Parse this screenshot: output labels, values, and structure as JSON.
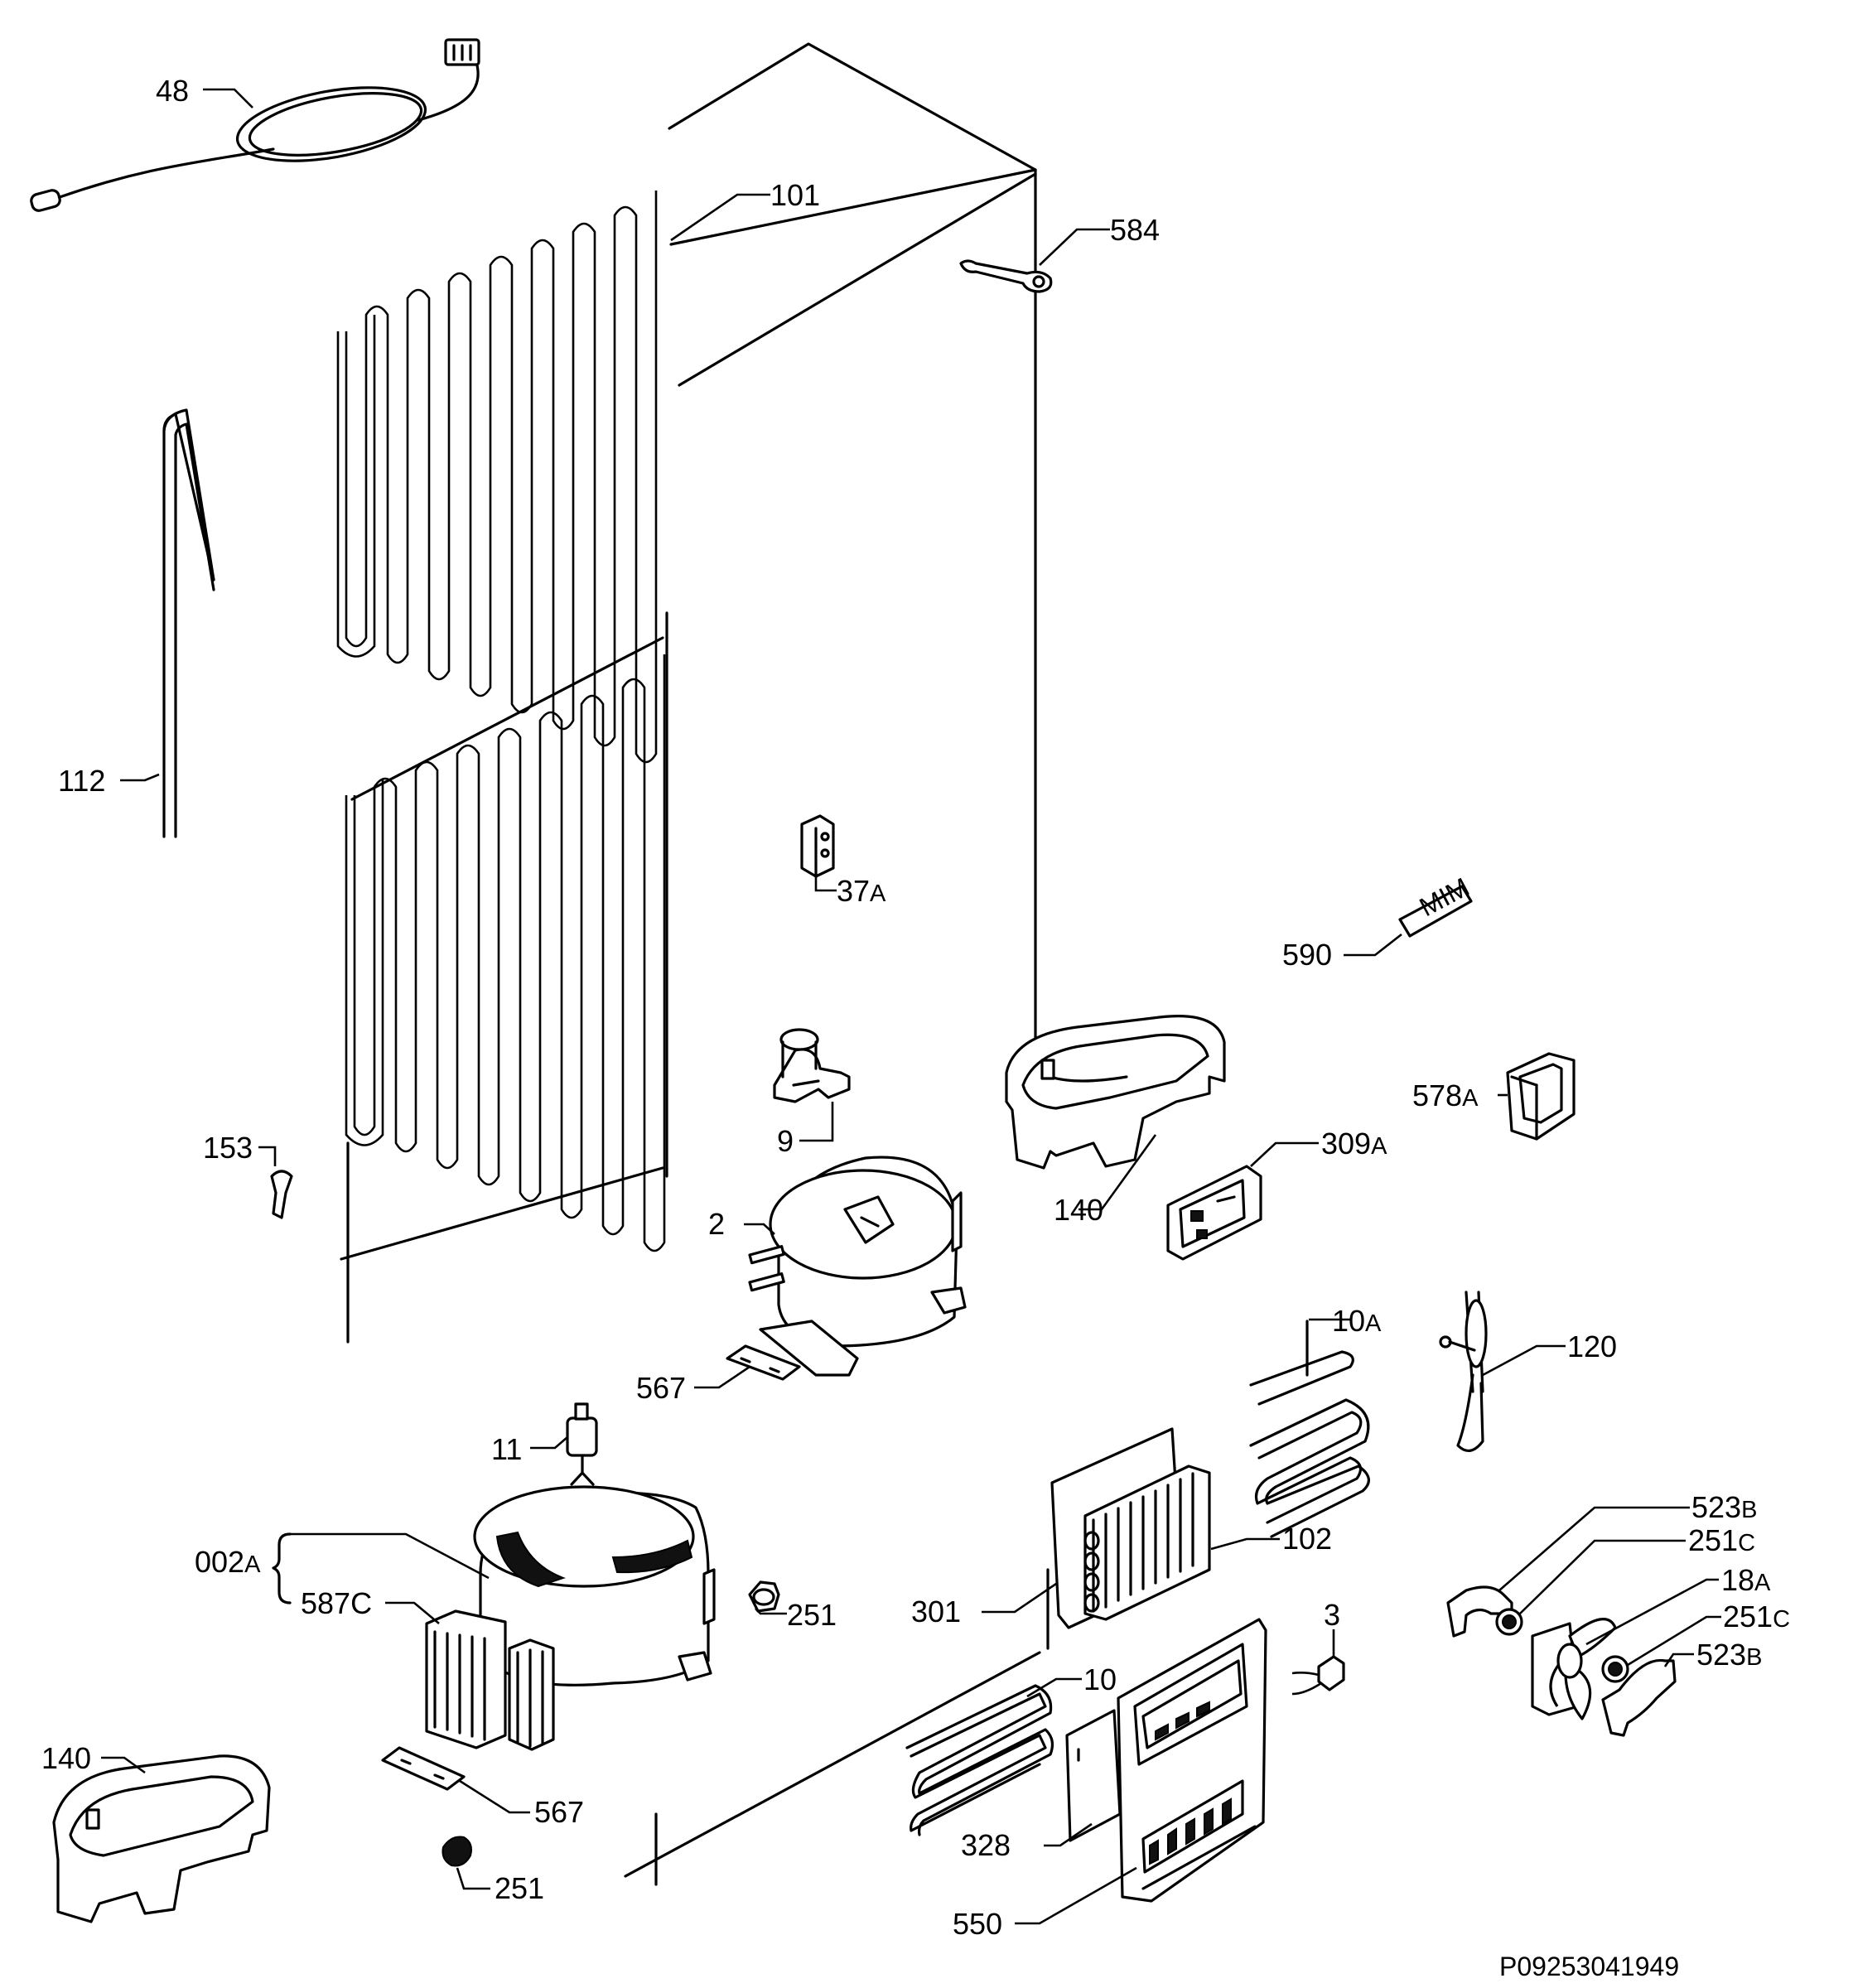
{
  "diagram": {
    "reference_code": "P09253041949",
    "labels": {
      "p48": "48",
      "p101": "101",
      "p584": "584",
      "p112": "112",
      "p37a": "37",
      "p37a_sfx": "A",
      "p590": "590",
      "p578a": "578",
      "p578a_sfx": "A",
      "p9": "9",
      "p140_top": "140",
      "p309a": "309",
      "p309a_sfx": "A",
      "p153": "153",
      "p2": "2",
      "p10a": "10",
      "p10a_sfx": "A",
      "p120": "120",
      "p567_top": "567",
      "p11": "11",
      "p523b_1": "523",
      "p523b_1_sfx": "B",
      "p251c_1": "251",
      "p251c_1_sfx": "C",
      "p102": "102",
      "p18a": "18",
      "p18a_sfx": "A",
      "p002a": "002",
      "p002a_sfx": "A",
      "p251c_2": "251",
      "p251c_2_sfx": "C",
      "p587c": "587C",
      "p251_mid": "251",
      "p301": "301",
      "p3": "3",
      "p523b_2": "523",
      "p523b_2_sfx": "B",
      "p10": "10",
      "p140_bottom": "140",
      "p567_bottom": "567",
      "p328": "328",
      "p251_bottom": "251",
      "p550": "550"
    }
  }
}
